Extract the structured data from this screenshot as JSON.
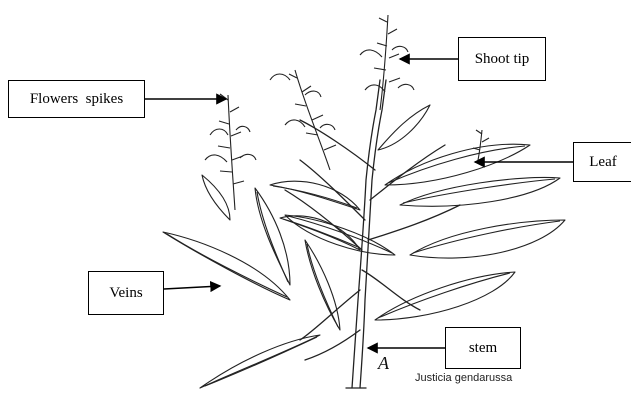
{
  "labels": {
    "flowers_spikes": "Flowers  spikes",
    "shoot_tip": "Shoot tip",
    "leaf": "Leaf",
    "veins": "Veins",
    "stem": "stem"
  },
  "figure_letter": "A",
  "species_name": "Justicia gendarussa",
  "colors": {
    "ink": "#000000",
    "background": "#ffffff"
  }
}
